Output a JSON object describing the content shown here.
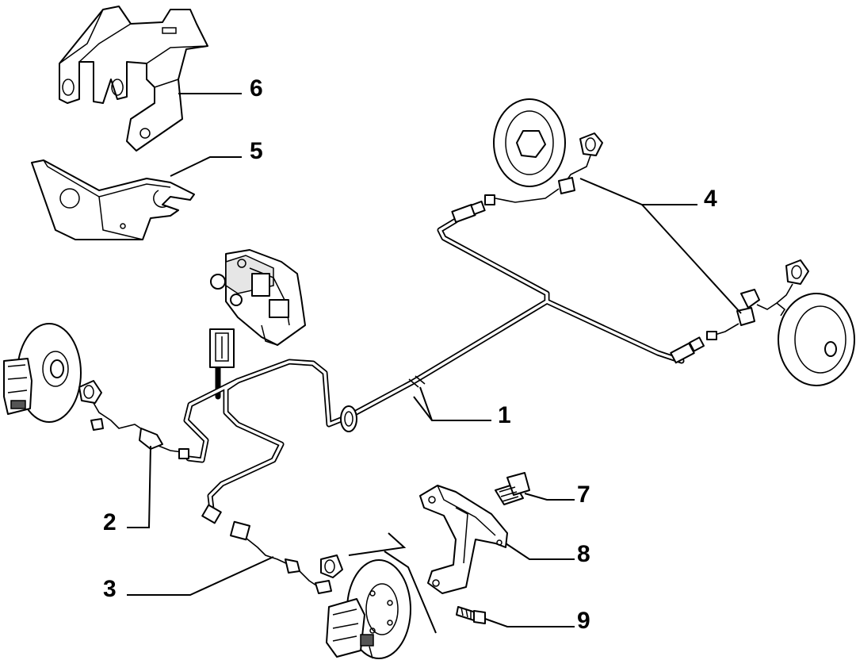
{
  "diagram": {
    "colors": {
      "line": "#000000",
      "background": "#ffffff",
      "shade": "#e6e6e6"
    },
    "part_labels": [
      {
        "id": "1",
        "text": "1"
      },
      {
        "id": "2",
        "text": "2"
      },
      {
        "id": "3",
        "text": "3"
      },
      {
        "id": "4",
        "text": "4"
      },
      {
        "id": "5",
        "text": "5"
      },
      {
        "id": "6",
        "text": "6"
      },
      {
        "id": "7",
        "text": "7"
      },
      {
        "id": "8",
        "text": "8"
      },
      {
        "id": "9",
        "text": "9"
      }
    ]
  }
}
